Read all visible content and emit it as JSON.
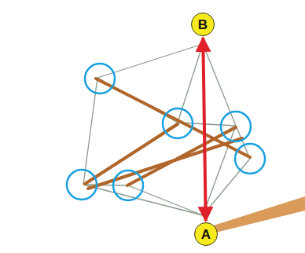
{
  "diagram": {
    "nodes": [
      {
        "text": [
          "B"
        ]
      },
      {
        "text": [
          "A"
        ]
      }
    ],
    "edges": [
      {
        "from": 0,
        "to": 1,
        "arrow": "both"
      }
    ]
  }
}
